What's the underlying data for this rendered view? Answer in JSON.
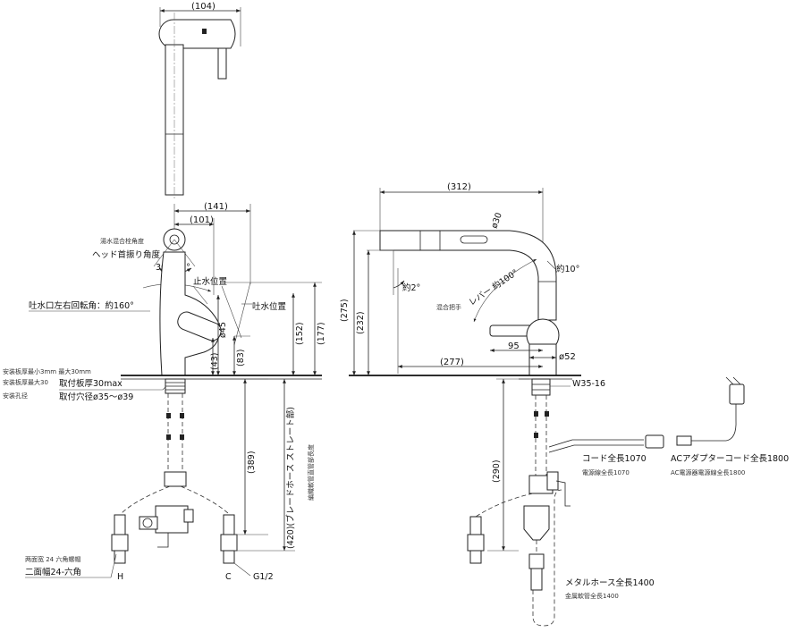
{
  "top_view": {
    "width_dim": "(104)"
  },
  "front_view": {
    "dim_141": "(141)",
    "dim_101": "(101)",
    "spout_swivel_angle": "吐水口左右回転角：約160°",
    "head_swing_angle": "ヘッド首振り角度",
    "head_swing_angle_small": "湯水混合栓角度",
    "angle_left": "30°",
    "angle_right": "30°",
    "stop_position": "止水位置",
    "discharge_position": "吐水位置",
    "dim_45": "ø45",
    "dim_43": "(43)",
    "dim_83": "(83)",
    "dim_152": "(152)",
    "dim_177": "(177)",
    "plate_thickness_small_1": "安装板厚最小3mm  最大30mm",
    "plate_thickness_small_2": "安装板厚最大30",
    "plate_thickness": "取付板厚30max",
    "mount_hole_small": "安装孔径",
    "mount_hole": "取付穴径ø35～ø39",
    "dim_389": "(389)",
    "braided_hose": "(420)(ブレードホース ストレート部)",
    "side_note": "編織軟管直管部長度",
    "hex_small": "两面宽 24 六角螺帽",
    "hex": "二面幅24-六角",
    "label_h": "H",
    "label_c": "C",
    "thread": "G1/2"
  },
  "side_view": {
    "dim_312": "(312)",
    "dim_30": "ø30",
    "angle_2": "約2°",
    "lever_angle": "レバー 約100°",
    "angle_10": "約10°",
    "handle_small": "混合把手",
    "dim_275": "(275)",
    "dim_232": "(232)",
    "dim_95": "95",
    "dim_52": "ø52",
    "dim_277": "(277)",
    "thread_w": "W35-16",
    "dim_290": "(290)",
    "cord": "コード全長1070",
    "cord_small": "電源線全長1070",
    "ac_cord": "ACアダプターコード全長1800",
    "ac_cord_small": "AC電源器電源線全長1800",
    "metal_hose": "メタルホース全長1400",
    "metal_hose_small": "金属軟管全長1400"
  }
}
